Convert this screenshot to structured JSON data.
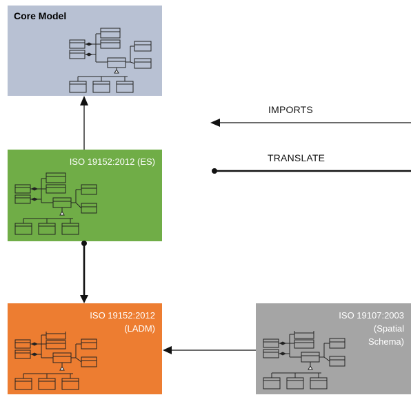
{
  "boxes": {
    "core": {
      "title": "Core Model",
      "color": "#b8c1d3"
    },
    "es": {
      "title": "ISO 19152:2012 (ES)",
      "color": "#70ad47"
    },
    "ladm": {
      "title": "ISO 19152:2012\n(LADM)",
      "color": "#ed7d31"
    },
    "spatial": {
      "title": "ISO 19107:2003\n(Spatial\nSchema)",
      "color": "#a5a5a5"
    }
  },
  "legend": {
    "imports": "IMPORTS",
    "translate": "TRANSLATE"
  }
}
